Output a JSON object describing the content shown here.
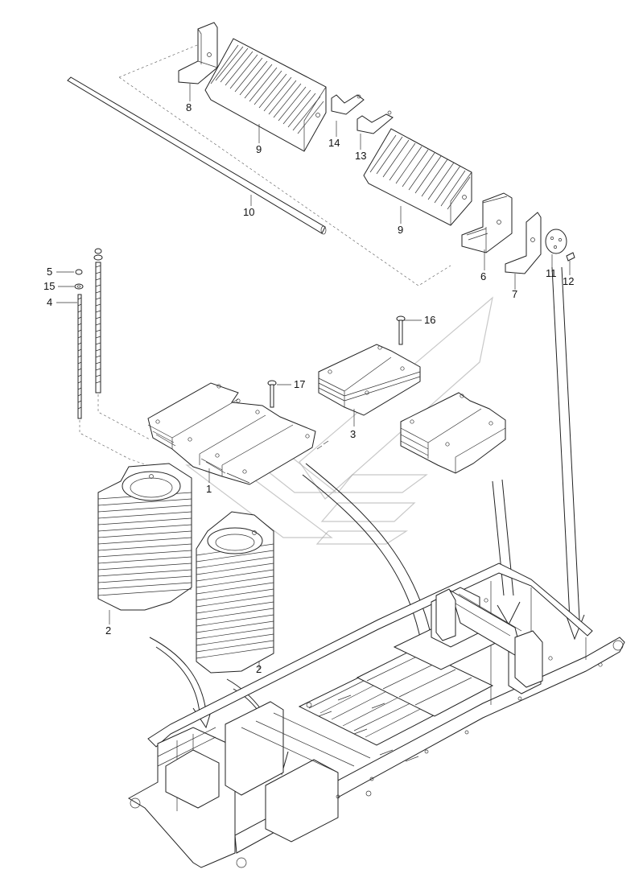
{
  "labels": {
    "p1": "1",
    "p2a": "2",
    "p2b": "2",
    "p3": "3",
    "p4": "4",
    "p5": "5",
    "p6": "6",
    "p7": "7",
    "p8": "8",
    "p9a": "9",
    "p9b": "9",
    "p10": "10",
    "p11": "11",
    "p12": "12",
    "p13": "13",
    "p14": "14",
    "p15": "15",
    "p16": "16",
    "p17": "17"
  }
}
